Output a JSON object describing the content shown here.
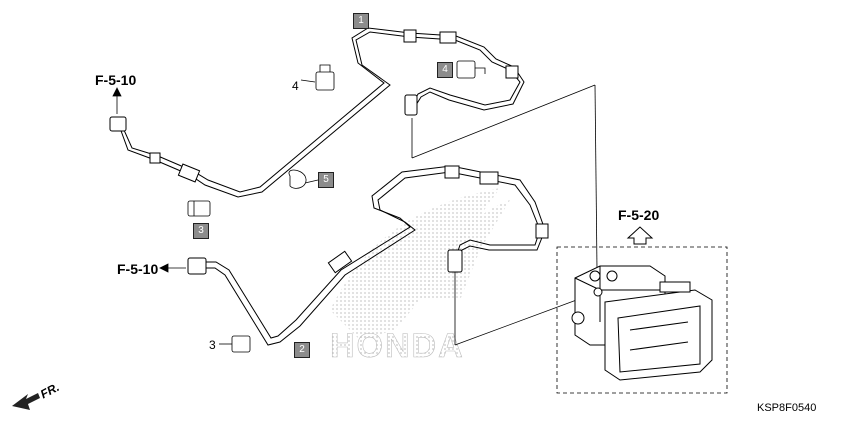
{
  "refs": {
    "top_left": "F-5-10",
    "mid_left": "F-5-10",
    "right": "F-5-20"
  },
  "parts": {
    "p1": "1",
    "p2": "2",
    "p3": "3",
    "p4": "4",
    "p5": "5"
  },
  "callouts": {
    "c4": "4",
    "c3": "3"
  },
  "direction": "FR.",
  "drawing_code": "KSP8F0540",
  "watermark": "HONDA"
}
